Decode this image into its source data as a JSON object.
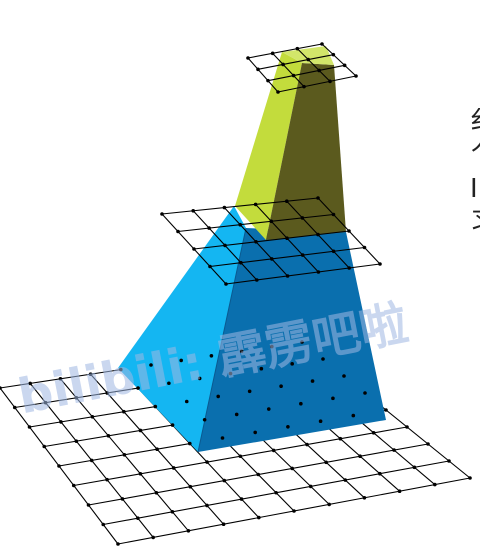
{
  "colors": {
    "top_light": "#c3dc3c",
    "top_dark": "#5b5a1e",
    "bottom_light": "#14b6f2",
    "bottom_dark": "#0a6fae",
    "grid": "#000000",
    "watermark": "#9fb8e3"
  },
  "side_text": [
    "纟",
    "⺈",
    "Ⅰ",
    "习"
  ],
  "watermark": "bilibili: 霹雳吧啦"
}
